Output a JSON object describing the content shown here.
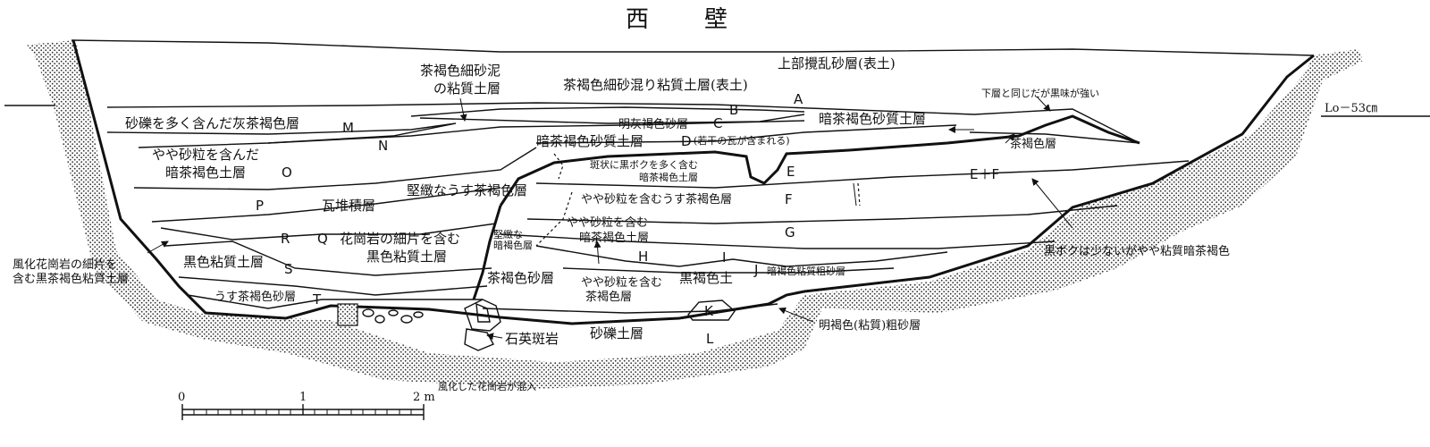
{
  "title": "西　壁",
  "level_label": "Lo－53㎝",
  "layers": {
    "A_desc": "上部攪乱砂層(表土)",
    "A_sub_desc": "茶褐色細砂混り粘質土層(表土)",
    "sand_mud_desc_1": "茶褐色細砂泥",
    "sand_mud_desc_2": "の粘質土層",
    "M_desc": "砂礫を多く含んだ灰茶褐色層",
    "B_desc": "明灰褐色砂層",
    "right_desc": "暗茶褐色砂質土層",
    "right_note": "下層と同じだが黒味が強い",
    "right_sub": "茶褐色層",
    "D_desc": "暗茶褐色砂質土層",
    "D_note": "(若干の瓦が含まれる)",
    "O_desc_1": "やや砂粒を含んだ",
    "O_desc_2": "暗茶褐色土層",
    "stripe_desc": "堅緻なうす茶褐色層",
    "E_desc_1": "斑状に黒ボクを多く含む",
    "E_desc_2": "暗茶褐色土層",
    "F_desc": "やや砂粒を含むうす茶褐色層",
    "P_desc": "瓦堆積層",
    "Q_desc_1": "花崗岩の細片を含む",
    "Q_desc_2": "黒色粘質土層",
    "hard_desc_1": "堅緻な",
    "hard_desc_2": "暗褐色層",
    "G_desc_1": "やや砂粒を含む",
    "G_desc_2": "暗茶褐色土層",
    "EF_note": "黒ボクは少ないがやや粘質暗茶褐色",
    "left_note_1": "風化花崗岩の細片を",
    "left_note_2": "含む黒茶褐色粘質土層",
    "R_desc": "黒色粘質土層",
    "J_desc": "暗褐色粘質粗砂層",
    "I_desc": "黒褐色土",
    "brown_sand": "茶褐色砂層",
    "H_desc_1": "やや砂粒を含む",
    "H_desc_2": "茶褐色層",
    "T_desc": "うす茶褐色砂層",
    "quartz": "石英斑岩",
    "L_desc": "砂礫土層",
    "coarse_desc": "明褐色(粘質)粗砂層",
    "bottom_note": "風化した花崗岩が混入"
  },
  "letters": {
    "A": "A",
    "B": "B",
    "C": "C",
    "D": "D",
    "E": "E",
    "EF": "E＋F",
    "F": "F",
    "G": "G",
    "H": "H",
    "I": "I",
    "J": "J",
    "K": "K",
    "L": "L",
    "M": "M",
    "N": "N",
    "O": "O",
    "P": "P",
    "Q": "Q",
    "R": "R",
    "S": "S",
    "T": "T"
  },
  "scale": {
    "tick_0": "0",
    "tick_1": "1",
    "tick_2": "2 m"
  }
}
